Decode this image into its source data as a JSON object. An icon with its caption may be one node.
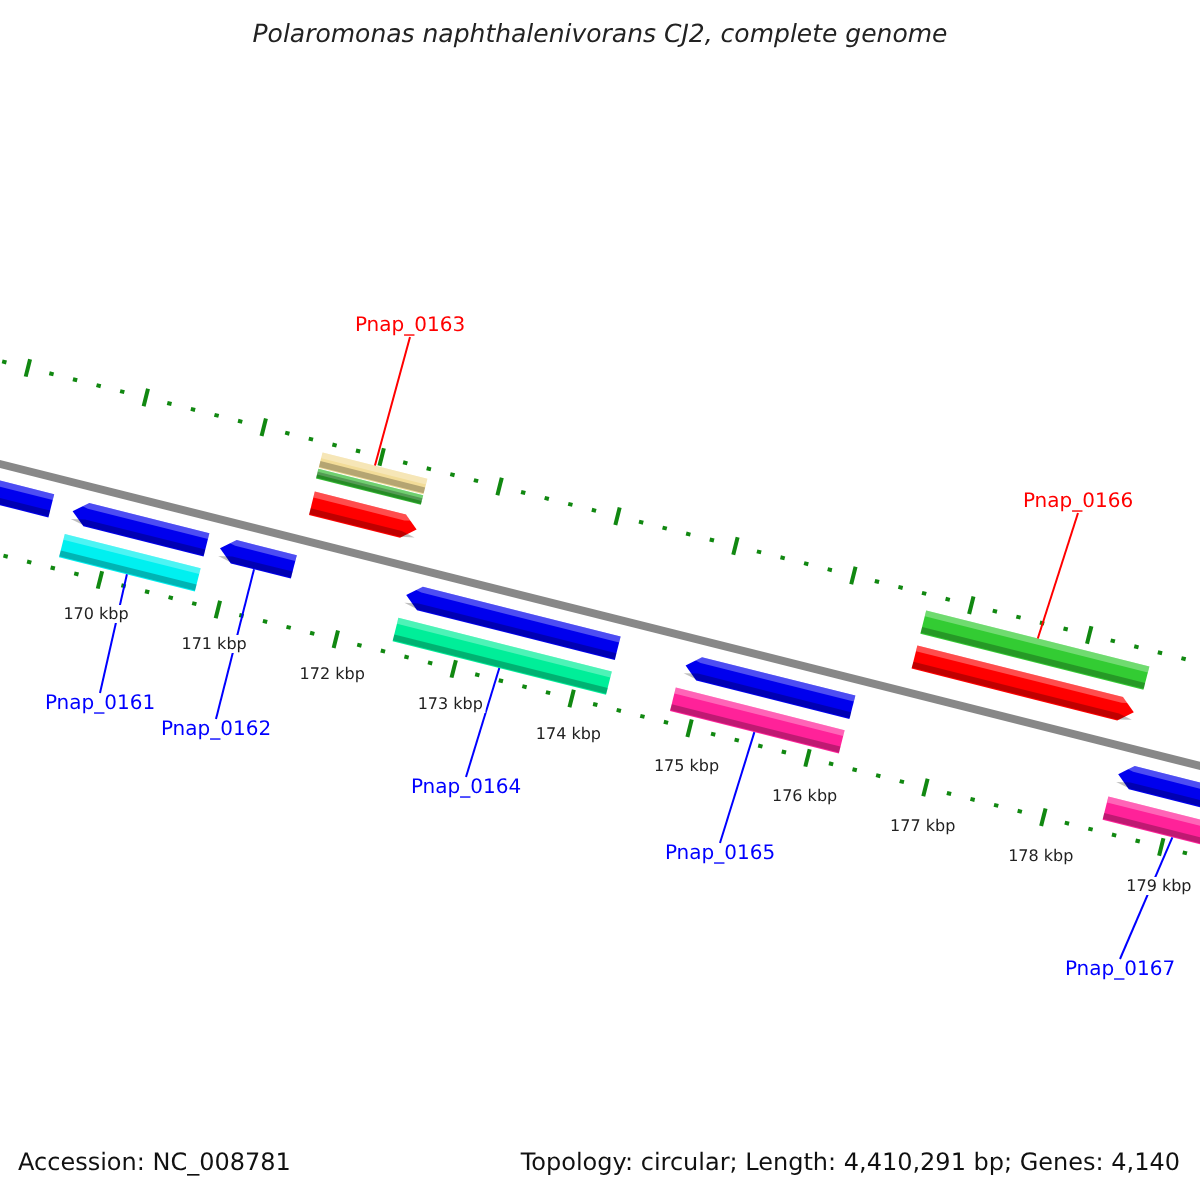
{
  "diagram": {
    "title": "Polaromonas naphthalenivorans CJ2, complete genome",
    "nodes": [
      {
        "text": [
          "Pnap_0163"
        ]
      },
      {
        "text": [
          "Pnap_0166"
        ]
      },
      {
        "text": [
          "Pnap_0161"
        ]
      },
      {
        "text": [
          "Pnap_0162"
        ]
      },
      {
        "text": [
          "Pnap_0164"
        ]
      },
      {
        "text": [
          "Pnap_0165"
        ]
      },
      {
        "text": [
          "Pnap_0167"
        ]
      },
      {
        "text": [],
        "shape": "bar"
      },
      {
        "text": [],
        "shape": "bar"
      },
      {
        "text": [],
        "shape": "bar"
      },
      {
        "text": [],
        "shape": "bar"
      },
      {
        "text": [],
        "shape": "bar"
      },
      {
        "text": [],
        "shape": "bar"
      },
      {
        "text": [],
        "shape": "bar"
      }
    ],
    "edges": [
      {
        "from": 0,
        "to": 7,
        "arrow": "none",
        "color": "#ff0000"
      },
      {
        "from": 1,
        "to": 8,
        "arrow": "none",
        "color": "#ff0000"
      },
      {
        "from": 2,
        "to": 9,
        "arrow": "none"
      },
      {
        "from": 3,
        "to": 10,
        "arrow": "none"
      },
      {
        "from": 4,
        "to": 11,
        "arrow": "none"
      },
      {
        "from": 5,
        "to": 12,
        "arrow": "none"
      },
      {
        "from": 6,
        "to": 13,
        "arrow": "none"
      }
    ],
    "labels": [
      "170 kbp",
      "171 kbp",
      "172 kbp",
      "173 kbp",
      "174 kbp",
      "175 kbp",
      "176 kbp",
      "177 kbp",
      "178 kbp",
      "179 kbp",
      "Accession: NC_008781",
      "Topology: circular; Length: 4,410,291 bp; Genes: 4,140"
    ]
  }
}
